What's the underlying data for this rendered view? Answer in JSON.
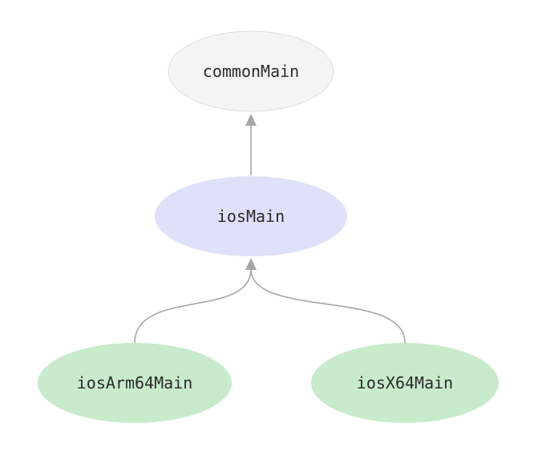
{
  "diagram": {
    "colors": {
      "common_fill": "#f4f4f4",
      "common_stroke": "#dedede",
      "ios_fill": "#dfe0fa",
      "leaf_fill": "#c8ebcb",
      "edge": "#a6a6a6",
      "text": "#2b2b2b"
    },
    "nodes": {
      "common_main": "commonMain",
      "ios_main": "iosMain",
      "ios_arm64_main": "iosArm64Main",
      "ios_x64_main": "iosX64Main"
    },
    "edges": [
      {
        "from": "iosMain",
        "to": "commonMain"
      },
      {
        "from": "iosArm64Main",
        "to": "iosMain"
      },
      {
        "from": "iosX64Main",
        "to": "iosMain"
      }
    ]
  }
}
